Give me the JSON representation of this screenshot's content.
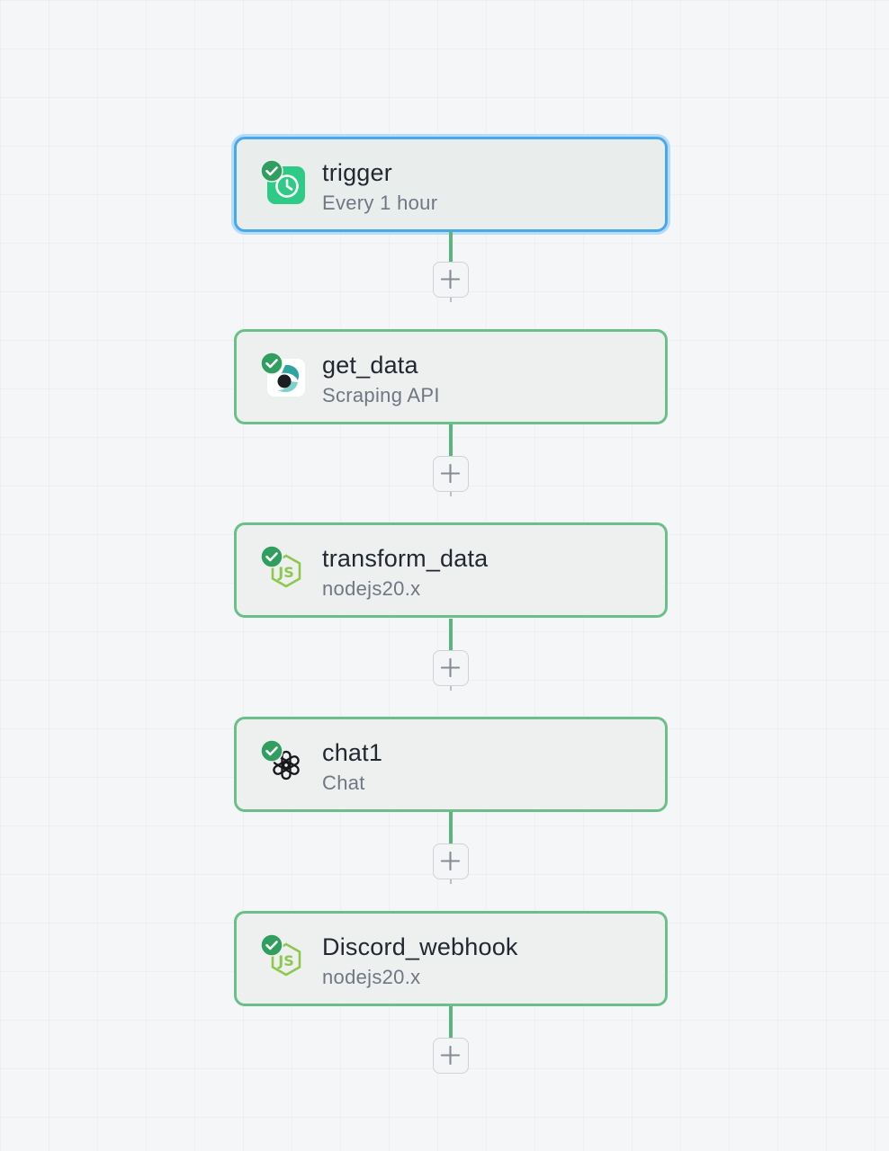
{
  "flow": {
    "steps": [
      {
        "title": "trigger",
        "subtitle": "Every 1 hour",
        "icon": "schedule-clock-icon",
        "status": "success",
        "selected": true
      },
      {
        "title": "get_data",
        "subtitle": "Scraping API",
        "icon": "scraping-api-logo-icon",
        "status": "success",
        "selected": false
      },
      {
        "title": "transform_data",
        "subtitle": "nodejs20.x",
        "icon": "nodejs-icon",
        "status": "success",
        "selected": false
      },
      {
        "title": "chat1",
        "subtitle": "Chat",
        "icon": "openai-icon",
        "status": "success",
        "selected": false
      },
      {
        "title": "Discord_webhook",
        "subtitle": "nodejs20.x",
        "icon": "nodejs-icon",
        "status": "success",
        "selected": false
      }
    ],
    "add_step_icon": "plus-icon"
  },
  "colors": {
    "node_border": "#6bbf88",
    "selected_border": "#49a8ec",
    "edge": "#5cb57e",
    "success_badge": "#2f9e5e",
    "trigger_icon": "#2fcb86",
    "nodejs": "#8cc84b"
  }
}
